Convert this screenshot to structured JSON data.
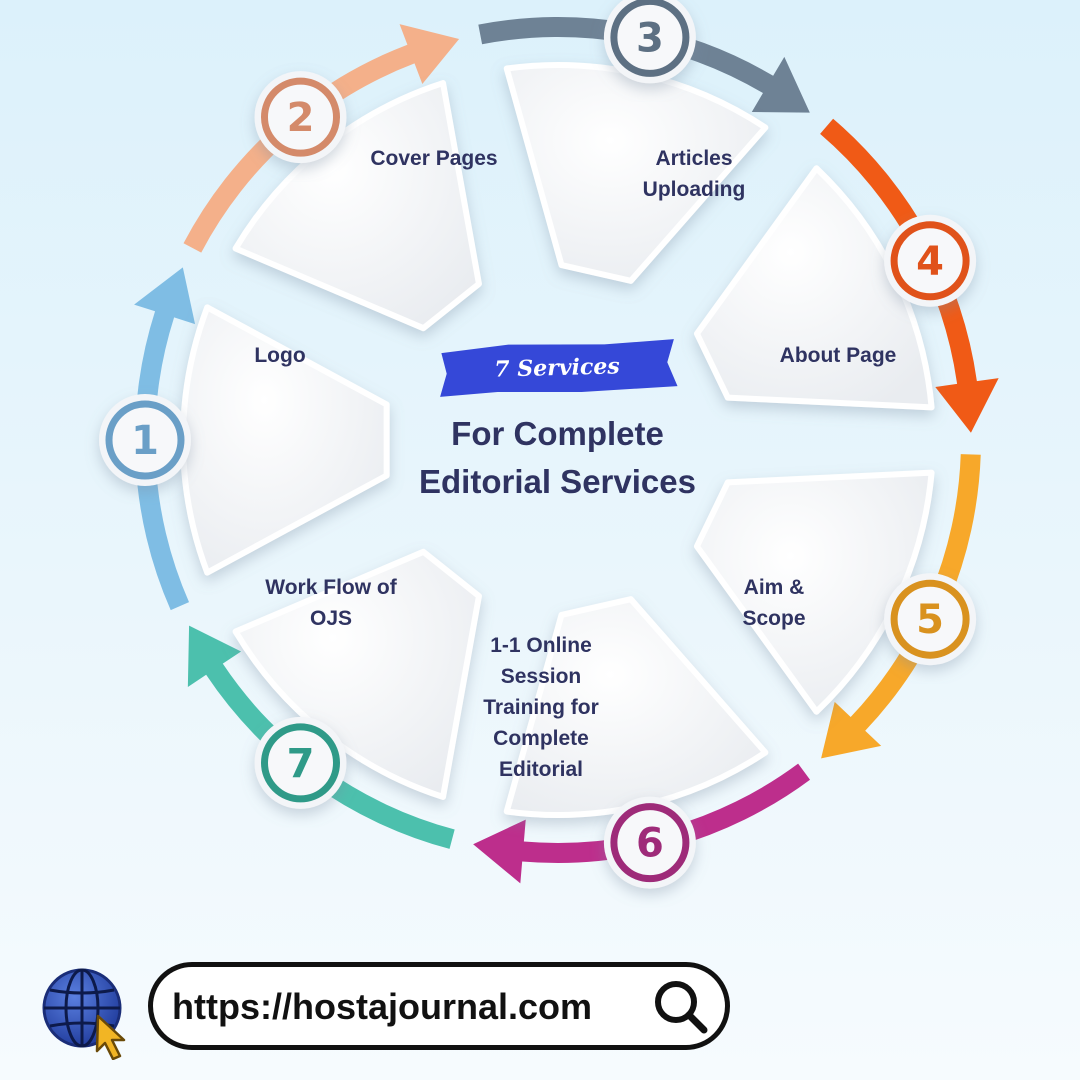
{
  "center": {
    "badge": "7 Services",
    "title": "For Complete Editorial Services"
  },
  "steps": [
    {
      "num": "1",
      "label": "Logo",
      "color": "#7fbde4",
      "ring": "#6a9fc7"
    },
    {
      "num": "2",
      "label": "Cover Pages",
      "color": "#f4b08a",
      "ring": "#d48a6a"
    },
    {
      "num": "3",
      "label": "Articles Uploading",
      "color": "#6e8295",
      "ring": "#5d7083"
    },
    {
      "num": "4",
      "label": "About Page",
      "color": "#f05a16",
      "ring": "#e0521a"
    },
    {
      "num": "5",
      "label": "Aim & Scope",
      "color": "#f7a82a",
      "ring": "#d9921f"
    },
    {
      "num": "6",
      "label": "1-1 Online Session Training for Complete Editorial",
      "color": "#bd2e8c",
      "ring": "#9e2b79"
    },
    {
      "num": "7",
      "label": "Work Flow of OJS",
      "color": "#4cc0ad",
      "ring": "#2f9a88"
    }
  ],
  "footer": {
    "url": "https://hostajournal.com"
  },
  "icons": {
    "globe": "globe-cursor-icon",
    "search": "search-icon"
  }
}
